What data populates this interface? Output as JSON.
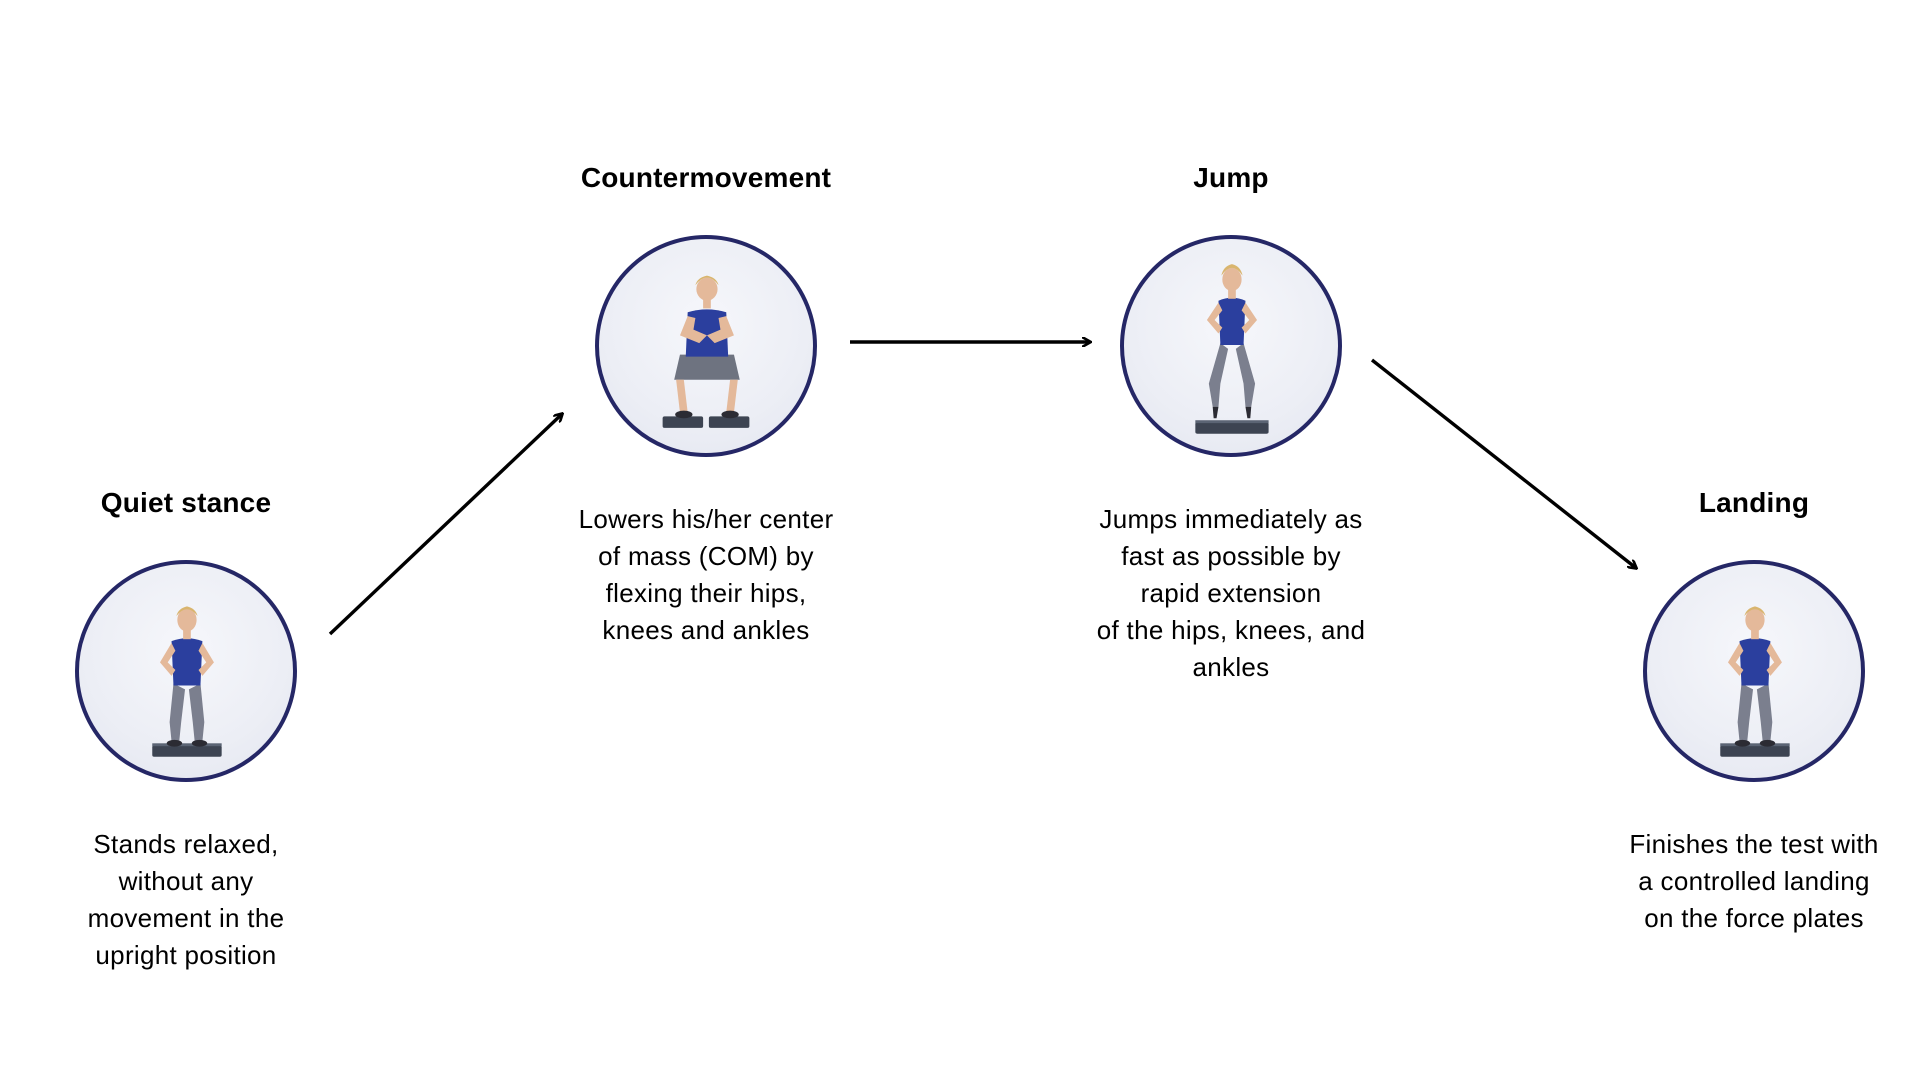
{
  "accent_color": "#252766",
  "shirt_color": "#2b3f9e",
  "arrow_color": "#000000",
  "phases": [
    {
      "title": "Quiet stance",
      "pose": "standing",
      "description": "Stands relaxed,\nwithout any\nmovement in the\nupright position"
    },
    {
      "title": "Countermovement",
      "pose": "squat",
      "description": "Lowers his/her center\nof mass (COM) by\nflexing their hips,\nknees and ankles"
    },
    {
      "title": "Jump",
      "pose": "jumping",
      "description": "Jumps immediately as\nfast as possible by\nrapid extension\nof the hips, knees, and\nankles"
    },
    {
      "title": "Landing",
      "pose": "standing",
      "description": "Finishes the test with\na controlled landing\non the force plates"
    }
  ]
}
